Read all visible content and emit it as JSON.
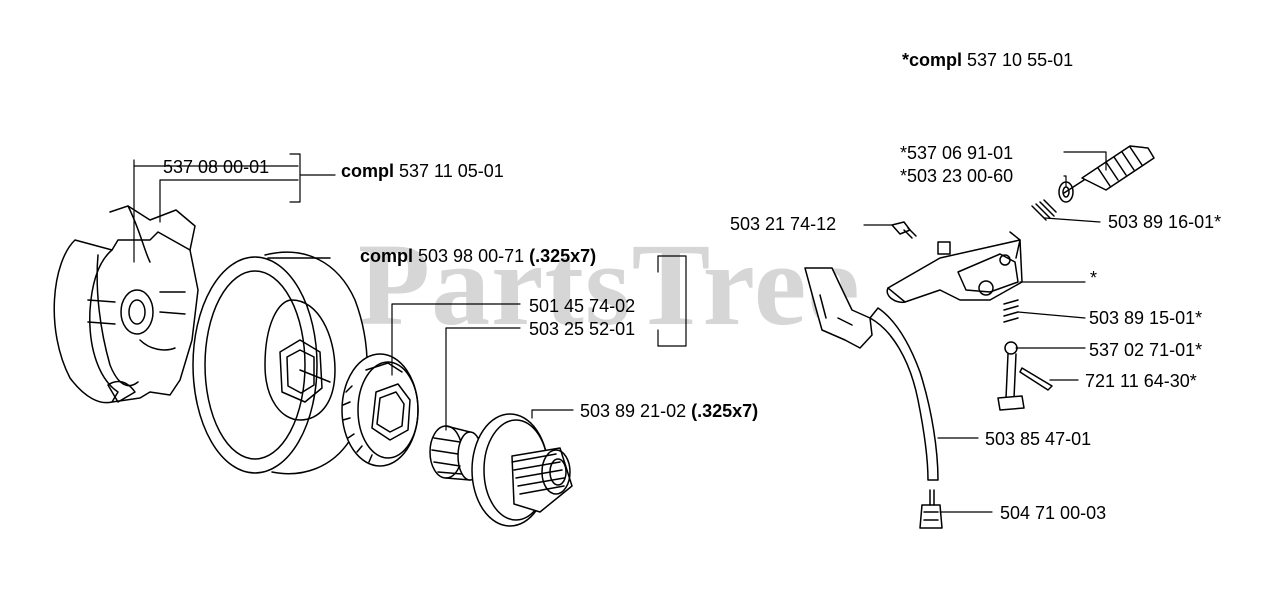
{
  "watermark": "PartsTree",
  "labels": {
    "compl_top_right": {
      "bold": "*compl",
      "text": " 537 10 55-01"
    },
    "p537_08_00_01": {
      "text": "537 08 00-01"
    },
    "compl_537_11_05_01": {
      "bold": "compl",
      "text": " 537 11 05-01"
    },
    "compl_503_98_00_71": {
      "bold": "compl",
      "text": " 503 98 00-71 ",
      "suffix": "(.325x7)"
    },
    "p501_45_74_02": {
      "text": "501 45 74-02"
    },
    "p503_25_52_01": {
      "text": "503 25 52-01"
    },
    "p503_89_21_02": {
      "text": "503 89 21-02 ",
      "suffix": "(.325x7)"
    },
    "p537_06_91_01": {
      "text": "*537 06 91-01"
    },
    "p503_23_00_60": {
      "text": "*503 23 00-60"
    },
    "p503_21_74_12": {
      "text": "503 21 74-12"
    },
    "p503_89_16_01": {
      "text": "503 89 16-01*"
    },
    "star": {
      "text": "*"
    },
    "p503_89_15_01": {
      "text": "503 89 15-01*"
    },
    "p537_02_71_01": {
      "text": "537 02 71-01*"
    },
    "p721_11_64_30": {
      "text": "721 11 64-30*"
    },
    "p503_85_47_01": {
      "text": "503 85 47-01"
    },
    "p504_71_00_03": {
      "text": "504 71 00-03"
    }
  }
}
